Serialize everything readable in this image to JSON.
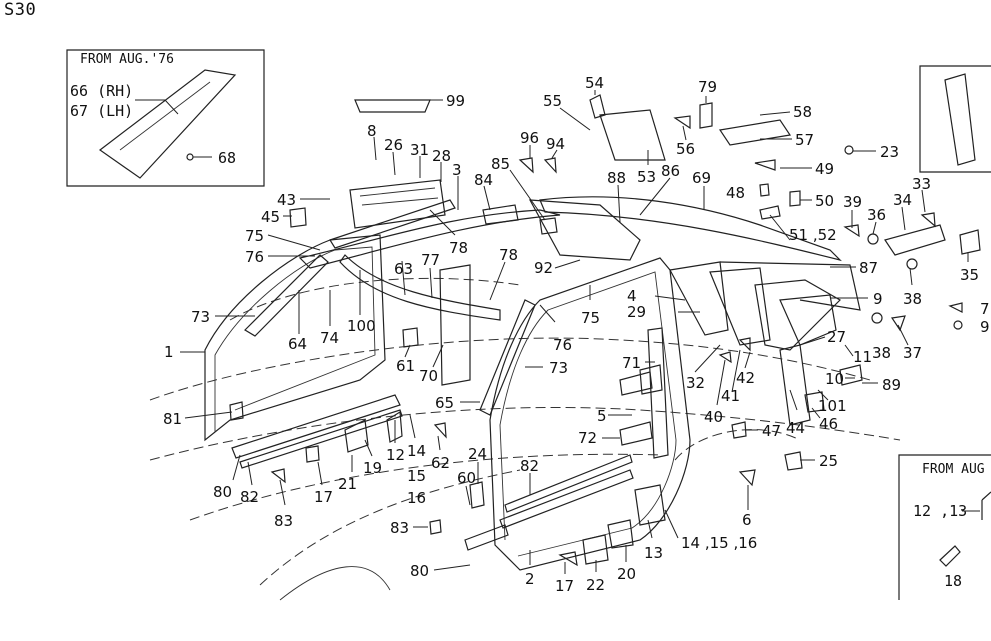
{
  "diagram": {
    "code": "S30",
    "inset_left": {
      "title": "FROM AUG.'76",
      "lines": [
        "66 (RH)",
        "67 (LH)"
      ],
      "part": "68"
    },
    "inset_bottom_right": {
      "title": "FROM AUG",
      "parts": [
        "12 ,13",
        "18"
      ]
    },
    "callouts": [
      "99",
      "54",
      "55",
      "79",
      "58",
      "57",
      "23",
      "96",
      "94",
      "85",
      "88",
      "86",
      "69",
      "49",
      "48",
      "50",
      "39",
      "36",
      "34",
      "33",
      "8",
      "26",
      "31",
      "28",
      "3",
      "84",
      "43",
      "45",
      "78",
      "75",
      "76",
      "63",
      "77",
      "78",
      "92",
      "51 ,52",
      "87",
      "35",
      "38",
      "73",
      "64",
      "74",
      "100",
      "4",
      "29",
      "9",
      "1",
      "75",
      "76",
      "73",
      "61",
      "70",
      "71",
      "32",
      "27",
      "11",
      "38",
      "37",
      "81",
      "65",
      "5",
      "40",
      "41",
      "42",
      "10",
      "89",
      "101",
      "80",
      "82",
      "83",
      "17",
      "21",
      "19",
      "12",
      "14",
      "15",
      "16",
      "62",
      "24",
      "60",
      "82",
      "72",
      "44",
      "47",
      "46",
      "25",
      "6",
      "83",
      "13",
      "14 ,15 ,16",
      "80",
      "2",
      "17",
      "22",
      "20",
      "7",
      "9",
      "53",
      "56"
    ]
  }
}
